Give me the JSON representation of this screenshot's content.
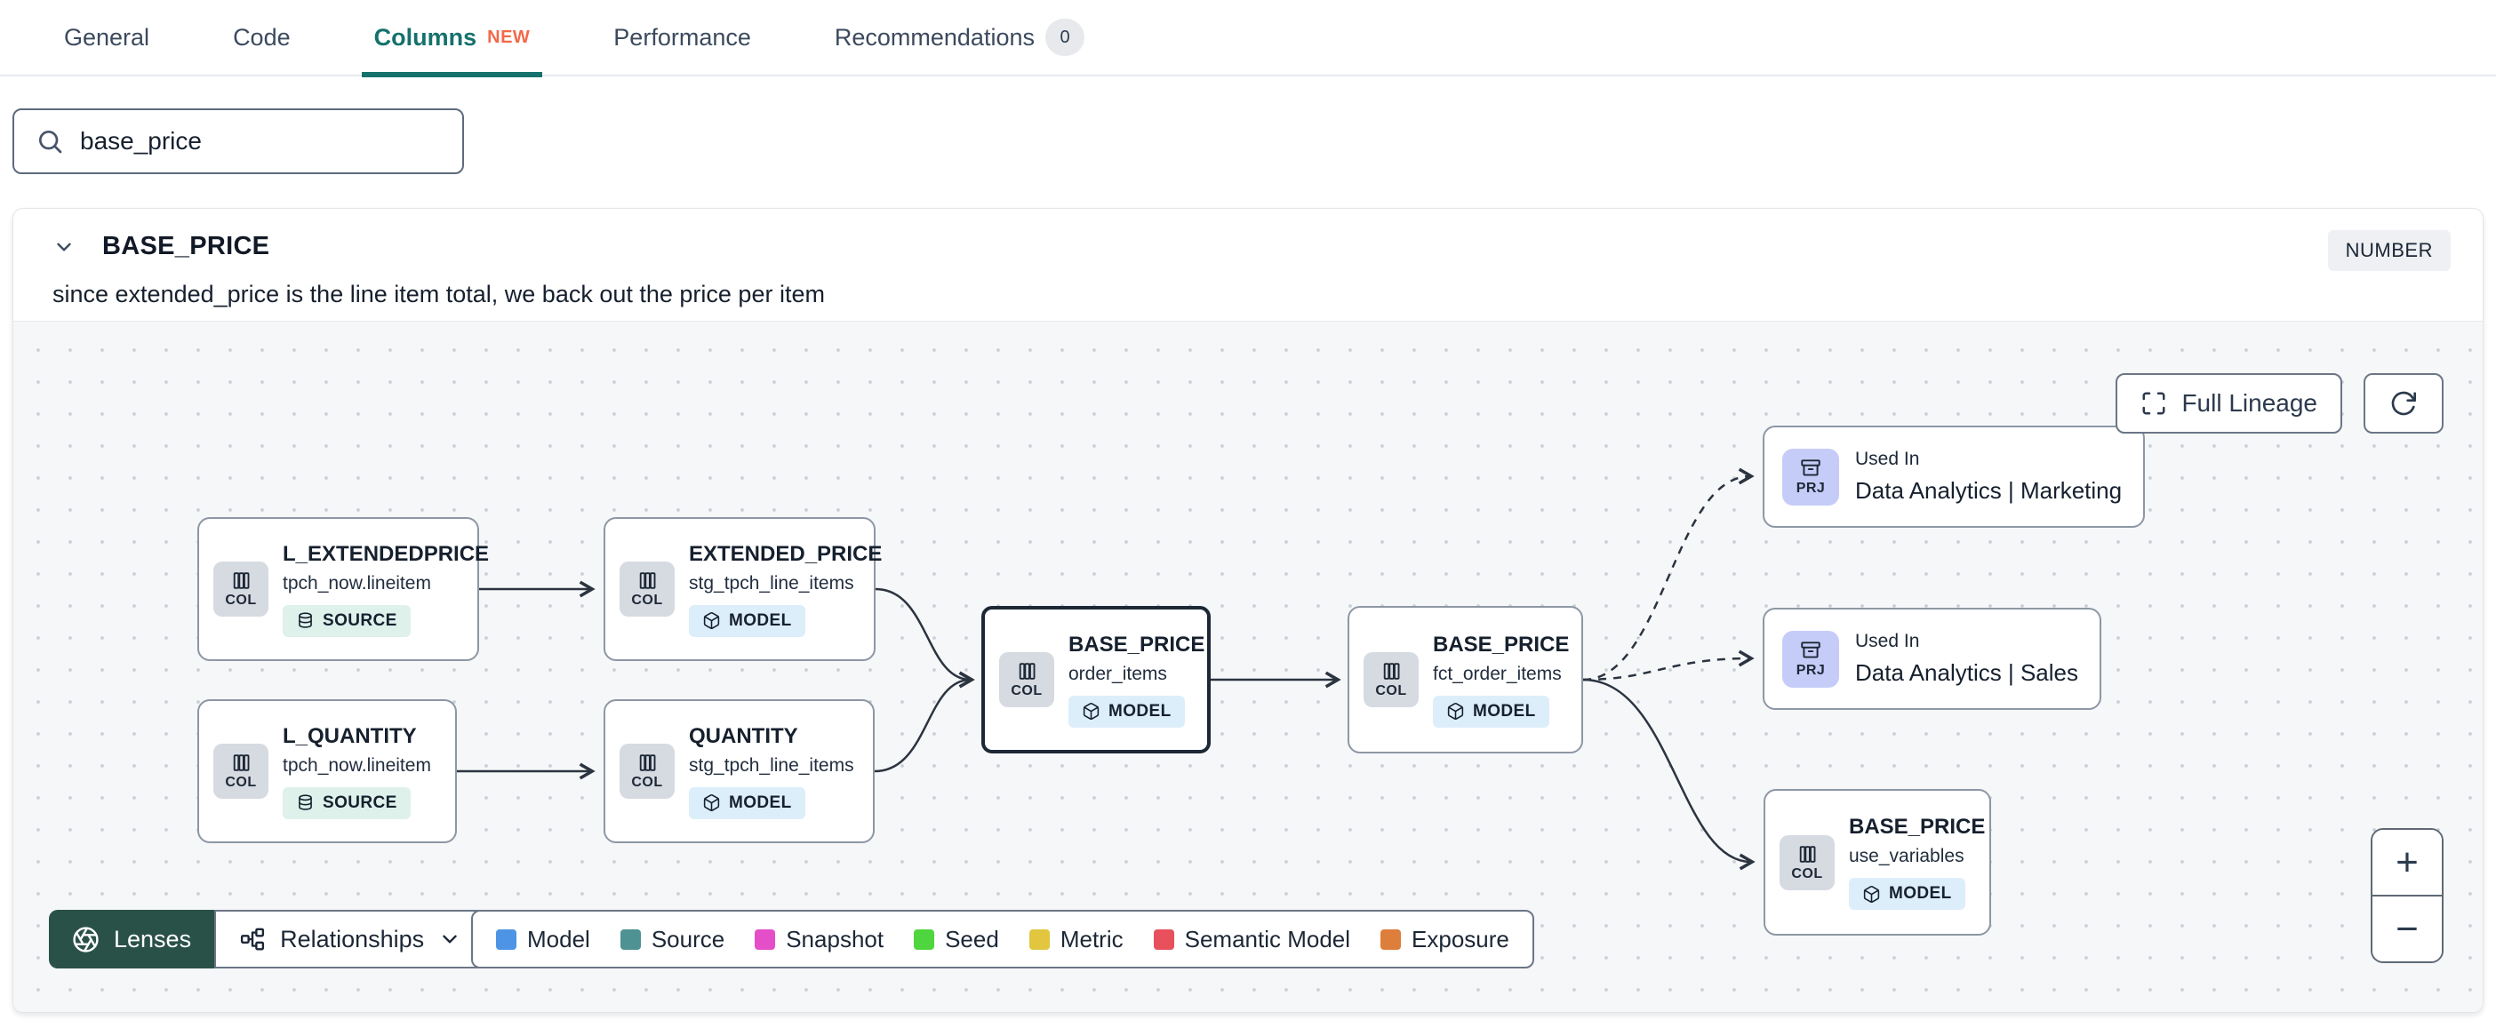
{
  "tabs": [
    {
      "label": "General"
    },
    {
      "label": "Code"
    },
    {
      "label": "Columns",
      "badge": "NEW",
      "active": true
    },
    {
      "label": "Performance"
    },
    {
      "label": "Recommendations",
      "count": "0"
    }
  ],
  "search": {
    "value": "base_price"
  },
  "column_panel": {
    "name": "BASE_PRICE",
    "type_badge": "NUMBER",
    "description": "since extended_price is the line item total, we back out the price per item"
  },
  "lineage": {
    "controls": {
      "full_lineage": "Full Lineage",
      "zoom_in": "+",
      "zoom_out": "−"
    },
    "nodes": [
      {
        "title": "L_EXTENDEDPRICE",
        "subtitle": "tpch_now.lineitem",
        "badge": "SOURCE",
        "icon_label": "COL"
      },
      {
        "title": "L_QUANTITY",
        "subtitle": "tpch_now.lineitem",
        "badge": "SOURCE",
        "icon_label": "COL"
      },
      {
        "title": "EXTENDED_PRICE",
        "subtitle": "stg_tpch_line_items",
        "badge": "MODEL",
        "icon_label": "COL"
      },
      {
        "title": "QUANTITY",
        "subtitle": "stg_tpch_line_items",
        "badge": "MODEL",
        "icon_label": "COL"
      },
      {
        "title": "BASE_PRICE",
        "subtitle": "order_items",
        "badge": "MODEL",
        "icon_label": "COL",
        "selected": true
      },
      {
        "title": "BASE_PRICE",
        "subtitle": "fct_order_items",
        "badge": "MODEL",
        "icon_label": "COL"
      },
      {
        "title": "BASE_PRICE",
        "subtitle": "use_variables",
        "badge": "MODEL",
        "icon_label": "COL"
      }
    ],
    "exposures": [
      {
        "kicker": "Used In",
        "title": "Data Analytics | Marketing",
        "icon_label": "PRJ"
      },
      {
        "kicker": "Used In",
        "title": "Data Analytics | Sales",
        "icon_label": "PRJ"
      }
    ],
    "footer": {
      "lenses": "Lenses",
      "relationships": "Relationships",
      "legend": [
        {
          "label": "Model",
          "color": "#4D94E5"
        },
        {
          "label": "Source",
          "color": "#4E9293"
        },
        {
          "label": "Snapshot",
          "color": "#E44EC8"
        },
        {
          "label": "Seed",
          "color": "#4FD63F"
        },
        {
          "label": "Metric",
          "color": "#E2C63F"
        },
        {
          "label": "Semantic Model",
          "color": "#E8505C"
        },
        {
          "label": "Exposure",
          "color": "#DE7E3B"
        }
      ]
    }
  }
}
